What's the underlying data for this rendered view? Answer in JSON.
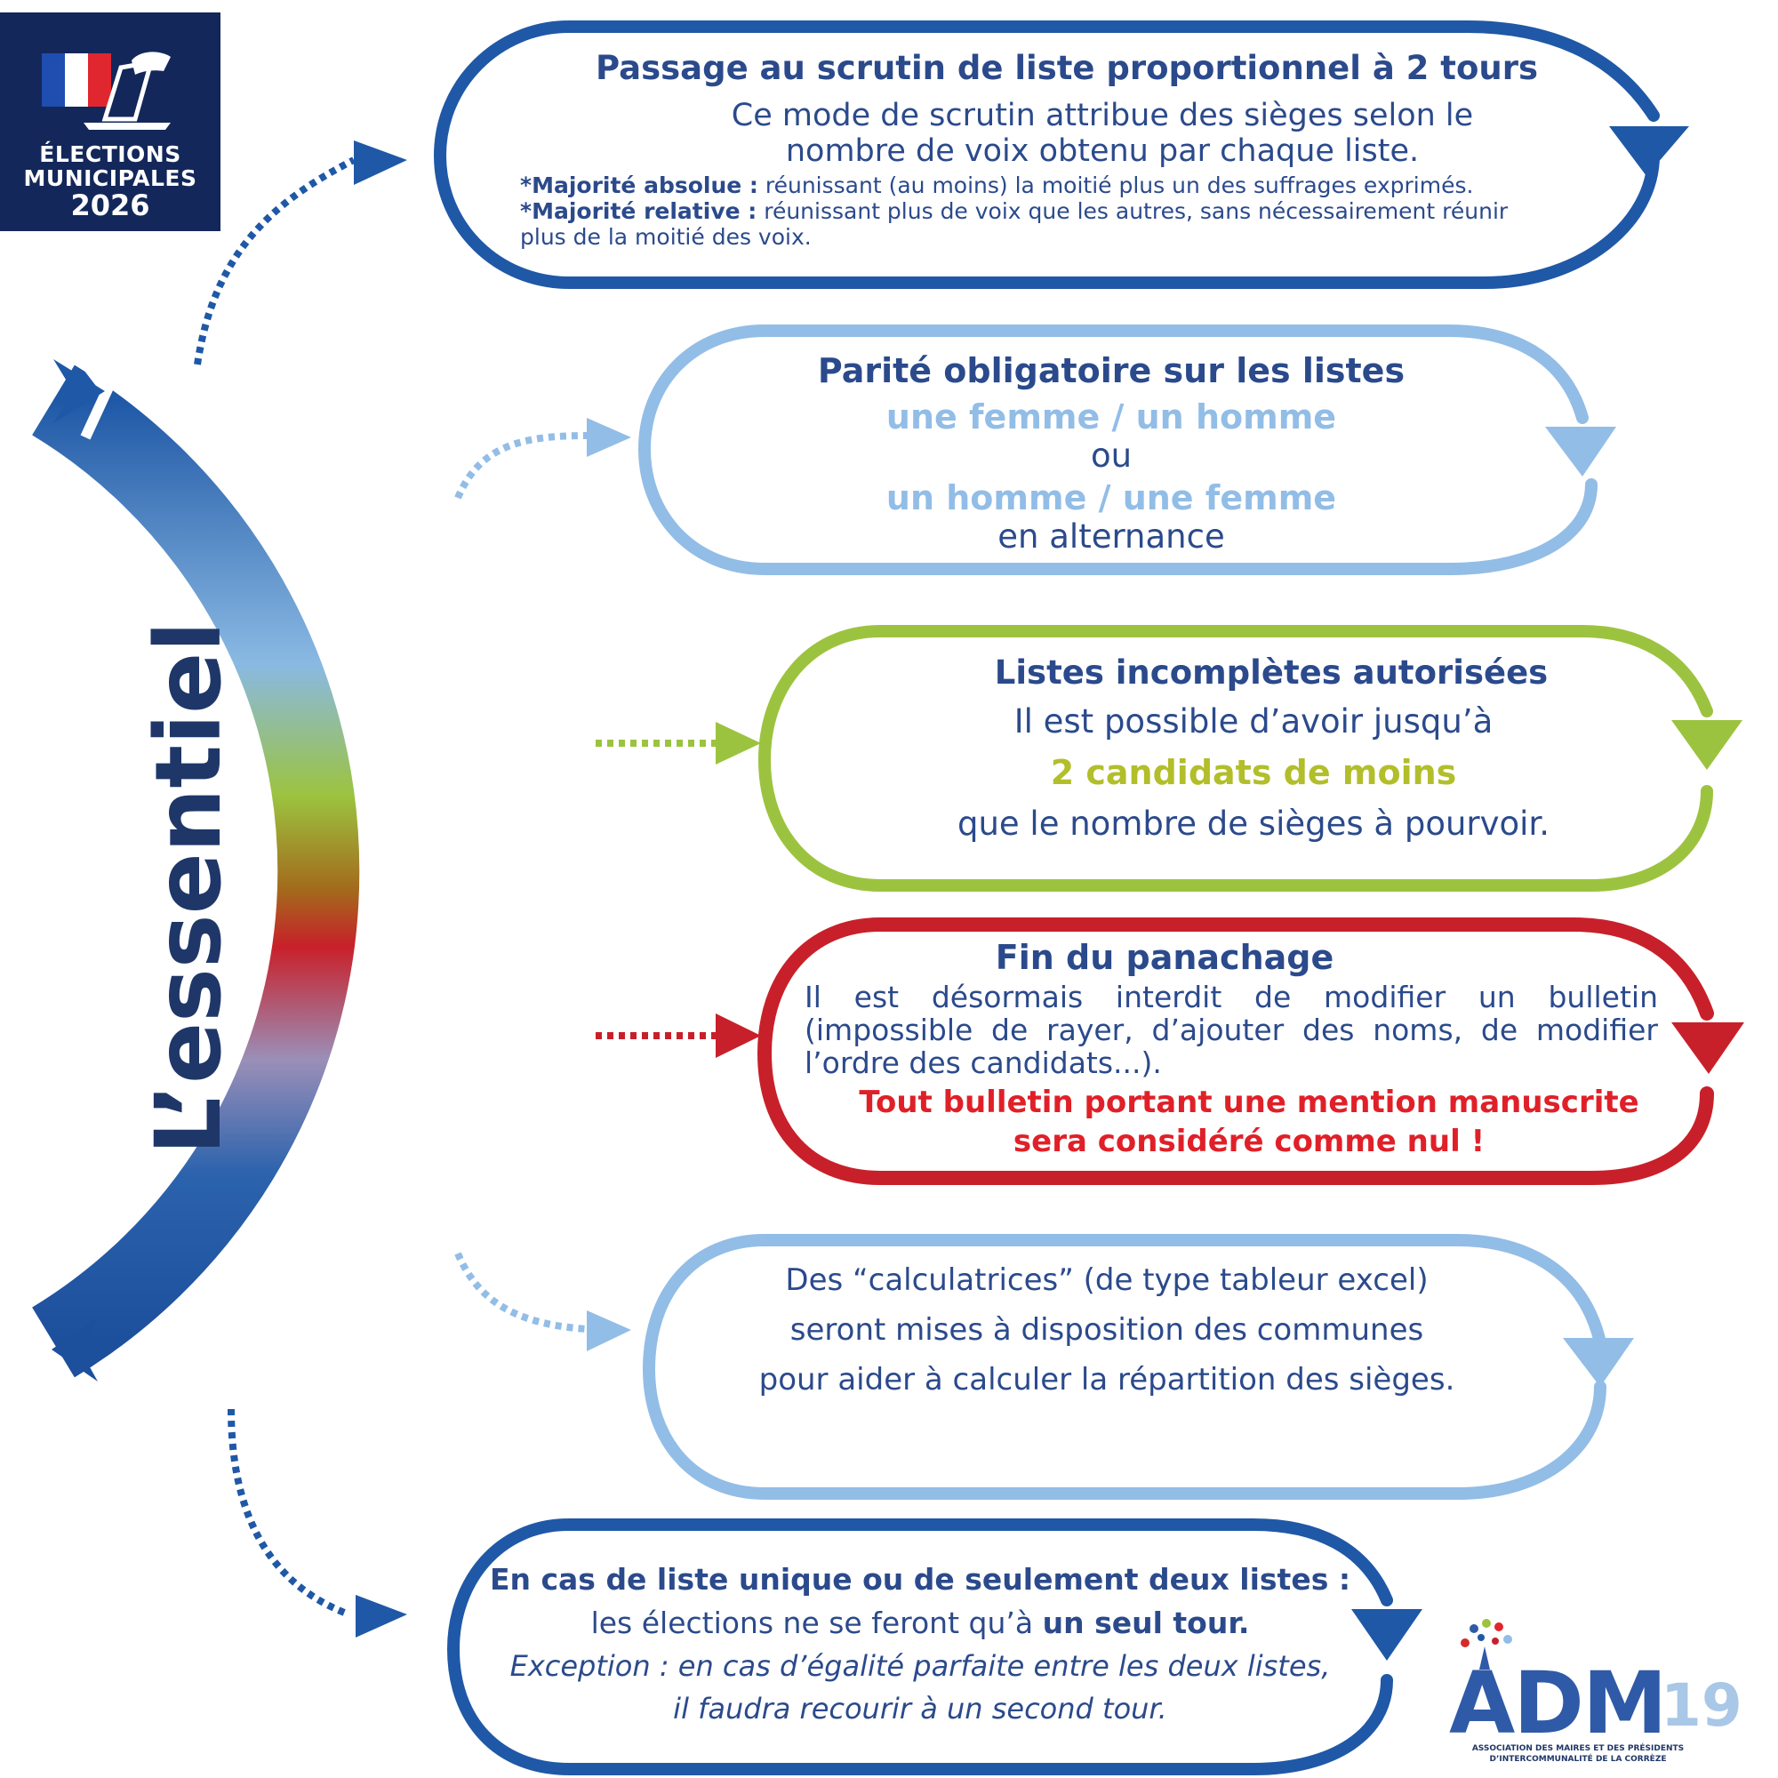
{
  "badge": {
    "line1": "ÉLECTIONS",
    "line2": "MUNICIPALES",
    "line3": "2026",
    "flag_colors": [
      "#1f4db0",
      "#ffffff",
      "#e0262e"
    ]
  },
  "vertical_title": "L’essentiel",
  "colors": {
    "dark_blue": "#1f58a6",
    "light_blue": "#92bde6",
    "green": "#9cc33f",
    "red": "#c8202a",
    "navy_text": "#2b4a8c"
  },
  "box1": {
    "title": "Passage au scrutin de liste proportionnel à 2 tours",
    "line1": "Ce mode de scrutin attribue des sièges selon le",
    "line2": "nombre de voix obtenu par chaque liste.",
    "absolue_label": "*Majorité absolue :",
    "absolue_text": " réunissant (au moins) la moitié plus un des suffrages exprimés.",
    "relative_label": "*Majorité relative :",
    "relative_text": " réunissant plus de voix que les autres, sans nécessairement réunir",
    "relative_text2": "plus de la moitié des voix."
  },
  "box2": {
    "title": "Parité obligatoire sur les listes",
    "line1": "une femme / un homme",
    "line2": "ou",
    "line3": "un homme / une femme",
    "line4": "en alternance"
  },
  "box3": {
    "title": "Listes incomplètes autorisées",
    "line1": "Il est possible d’avoir jusqu’à",
    "line2": "2 candidats de moins",
    "line3": "que le nombre de sièges à pourvoir."
  },
  "box4": {
    "title": "Fin du panachage",
    "line1": "Il est désormais interdit de modifier un bulletin",
    "line2": "(impossible de rayer, d’ajouter des noms, de modifier",
    "line3": "l’ordre des candidats...).",
    "warning1": "Tout bulletin portant une mention manuscrite",
    "warning2": "sera considéré comme nul !"
  },
  "box5": {
    "line1": "Des “calculatrices” (de type tableur excel)",
    "line2": "seront mises à disposition des communes",
    "line3": "pour aider à calculer la répartition des sièges."
  },
  "box6": {
    "title": "En cas de liste unique ou de seulement deux listes :",
    "line1a": "les élections ne se feront qu’à ",
    "line1b": "un seul tour.",
    "line2": "Exception : en cas d’égalité parfaite entre les deux listes,",
    "line3": "il faudra recourir à un second tour."
  },
  "logo": {
    "name": "ADM",
    "number": "19",
    "caption1": "ASSOCIATION DES MAIRES ET DES PRÉSIDENTS",
    "caption2": "D’INTERCOMMUNALITÉ DE LA CORRÈZE"
  }
}
